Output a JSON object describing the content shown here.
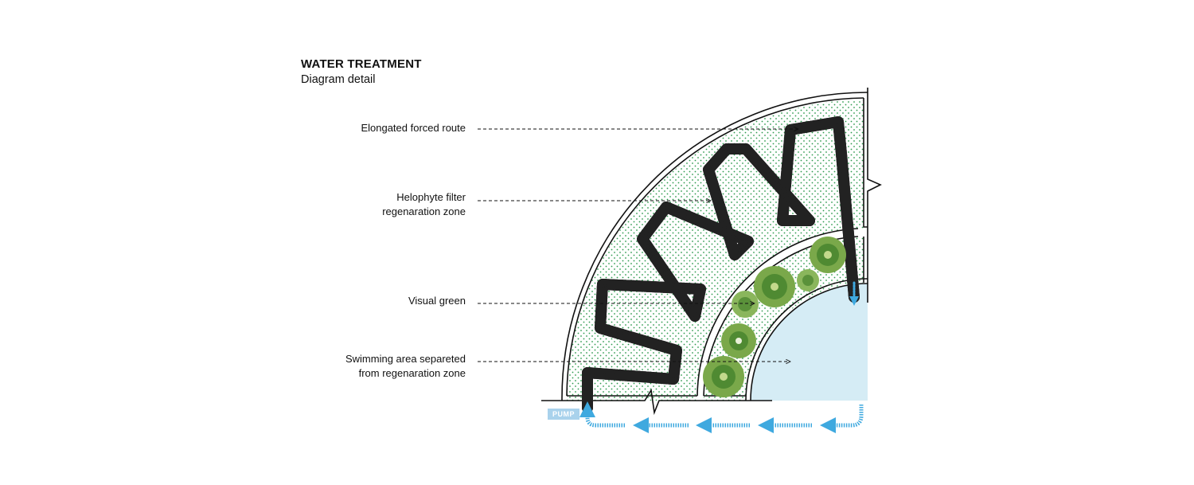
{
  "header": {
    "title": "WATER TREATMENT",
    "subtitle": "Diagram detail"
  },
  "labels": [
    {
      "line1": "Elongated forced route",
      "line2": ""
    },
    {
      "line1": "Helophyte filter",
      "line2": "regenaration zone"
    },
    {
      "line1": "Visual green",
      "line2": ""
    },
    {
      "line1": "Swimming area separeted",
      "line2": "from regenaration zone"
    }
  ],
  "pump_label": "PUMP",
  "colors": {
    "water": "#d5ecf5",
    "flow": "#3fa9df",
    "dots": "#2e9a4e",
    "pump": "#a9d2ec"
  }
}
